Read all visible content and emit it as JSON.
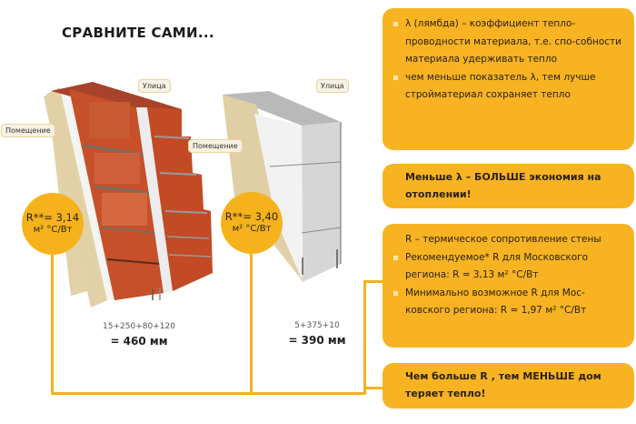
{
  "title": "СРАВНИТЕ САМИ...",
  "colors": {
    "accent": "#f5b21b",
    "card": "#f7b322",
    "brick": "#c8512a",
    "plaster": "#e3d2a8",
    "gas_block": "#d9d9d9"
  },
  "walls": [
    {
      "id": "brick",
      "outside_label": "Улица",
      "inside_label": "Помещение",
      "r_value": "R**= 3,14",
      "r_unit": "м² °C/Вт",
      "formula": "15+250+80+120",
      "total": "= 460 мм"
    },
    {
      "id": "gas-block",
      "outside_label": "Улица",
      "inside_label": "Помещение",
      "r_value": "R**= 3,40",
      "r_unit": "м² °C/Вт",
      "formula": "5+375+10",
      "total": "= 390 мм"
    }
  ],
  "cards": {
    "lambda": {
      "items": [
        "λ (лямбда) – коэффициент тепло-проводности материала, т.е. спо-собности материала удерживать тепло",
        "чем меньше показатель λ, тем лучше стройматериал сохраняет тепло"
      ]
    },
    "lambda_conclusion": "Меньше λ – БОЛЬШЕ экономия на отоплении!",
    "r": {
      "intro": "R – термическое сопротивление стены",
      "items": [
        "Рекомендуемое* R для Московского региона: R = 3,13 м² °C/Вт",
        "Минимально возможное R для Мос-ковского региона: R = 1,97 м² °C/Вт"
      ]
    },
    "r_conclusion": "Чем больше R , тем МЕНЬШЕ дом теряет тепло!"
  }
}
